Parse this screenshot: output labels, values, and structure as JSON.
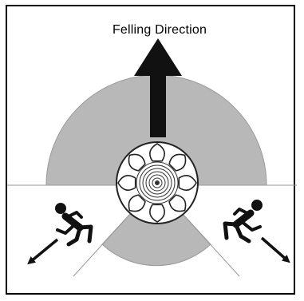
{
  "title": "Felling Direction",
  "colors": {
    "zone_fill": "#b8b8b8",
    "zone_stroke": "#9a9a9a",
    "ink": "#111111",
    "frame": "#000000",
    "background": "#ffffff"
  },
  "elements": {
    "arrow": "felling-direction-arrow",
    "stump": "stump-with-hinge-cuts",
    "danger_zone": "danger-zone-shading",
    "left_escape": "escape-route-left",
    "right_escape": "escape-route-right"
  }
}
